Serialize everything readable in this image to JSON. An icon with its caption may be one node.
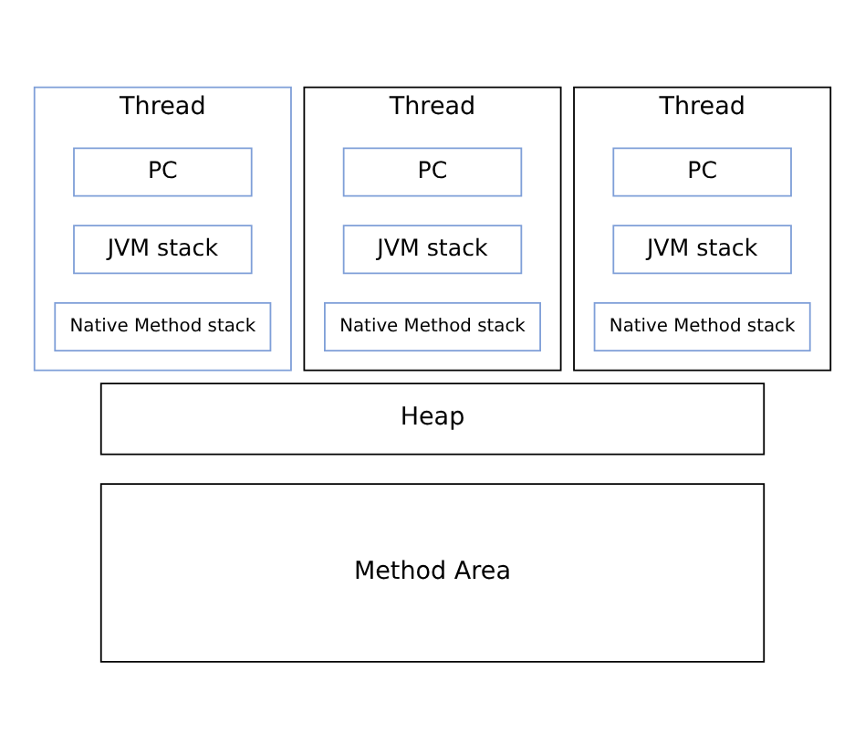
{
  "diagram": {
    "nodes": [
      {
        "text": [
          "Thread"
        ]
      },
      {
        "text": [
          "PC"
        ],
        "in": 0
      },
      {
        "text": [
          "JVM stack"
        ],
        "in": 0
      },
      {
        "text": [
          "Native Method stack"
        ],
        "in": 0
      },
      {
        "text": [
          "Thread"
        ]
      },
      {
        "text": [
          "PC"
        ],
        "in": 4
      },
      {
        "text": [
          "JVM stack"
        ],
        "in": 4
      },
      {
        "text": [
          "Native Method stack"
        ],
        "in": 4
      },
      {
        "text": [
          "Thread"
        ]
      },
      {
        "text": [
          "PC"
        ],
        "in": 8
      },
      {
        "text": [
          "JVM stack"
        ],
        "in": 8
      },
      {
        "text": [
          "Native Method stack"
        ],
        "in": 8
      },
      {
        "text": [
          "Heap"
        ]
      },
      {
        "text": [
          "Method Area"
        ]
      }
    ],
    "edges": []
  }
}
